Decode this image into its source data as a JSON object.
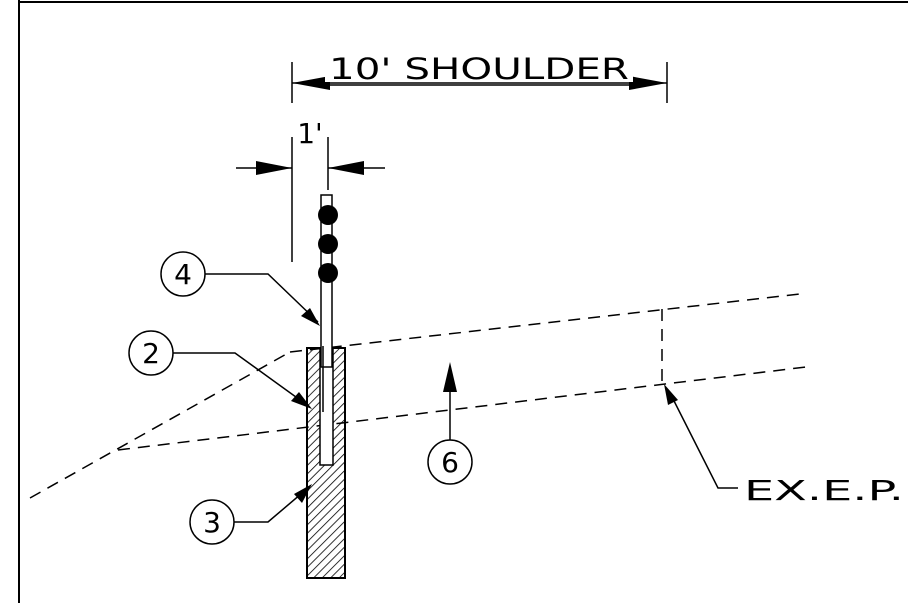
{
  "diagram": {
    "dimension_shoulder": "10' SHOULDER",
    "dimension_post": "1'",
    "callouts": [
      {
        "id": "callout-4",
        "label": "4"
      },
      {
        "id": "callout-2",
        "label": "2"
      },
      {
        "id": "callout-3",
        "label": "3"
      },
      {
        "id": "callout-6",
        "label": "6"
      }
    ],
    "existing_edge_label": "EX.E.P."
  }
}
